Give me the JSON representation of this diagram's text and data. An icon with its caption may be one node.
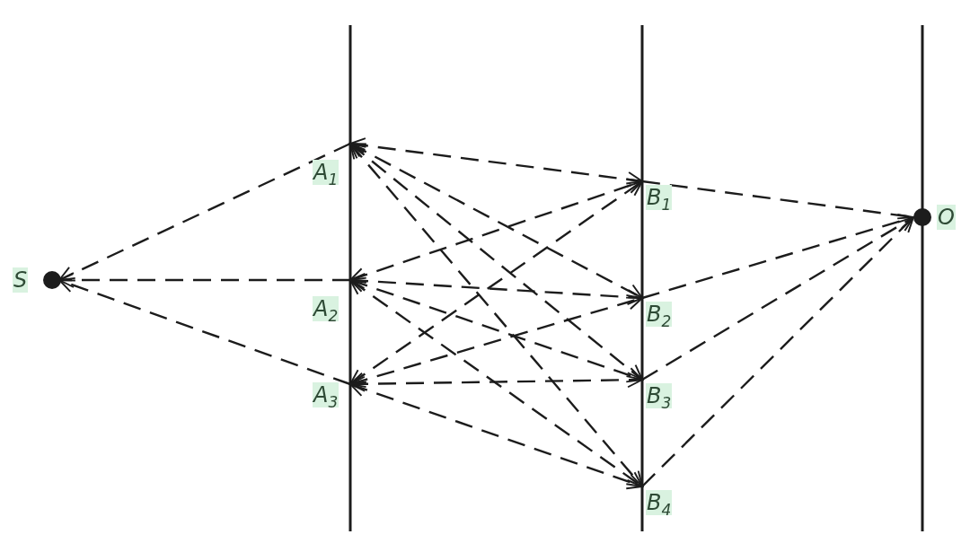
{
  "diagram": {
    "nodes": [
      {
        "text": [
          "S"
        ]
      },
      {
        "text": [
          "A$_{1}$"
        ]
      },
      {
        "text": [
          "A$_{2}$"
        ]
      },
      {
        "text": [
          "A$_{3}$"
        ]
      },
      {
        "text": [
          "B$_{1}$"
        ]
      },
      {
        "text": [
          "B$_{2}$"
        ]
      },
      {
        "text": [
          "B$_{3}$"
        ]
      },
      {
        "text": [
          "B$_{4}$"
        ]
      },
      {
        "text": [
          "O"
        ]
      }
    ],
    "edges": [
      {
        "from": 1,
        "to": 0,
        "arrow": "to",
        "style": "dashed"
      },
      {
        "from": 2,
        "to": 0,
        "arrow": "to",
        "style": "dashed"
      },
      {
        "from": 3,
        "to": 0,
        "arrow": "to",
        "style": "dashed"
      },
      {
        "from": 1,
        "to": 4,
        "arrow": "both",
        "style": "dashed"
      },
      {
        "from": 1,
        "to": 5,
        "arrow": "both",
        "style": "dashed"
      },
      {
        "from": 1,
        "to": 6,
        "arrow": "both",
        "style": "dashed"
      },
      {
        "from": 1,
        "to": 7,
        "arrow": "both",
        "style": "dashed"
      },
      {
        "from": 2,
        "to": 4,
        "arrow": "both",
        "style": "dashed"
      },
      {
        "from": 2,
        "to": 5,
        "arrow": "both",
        "style": "dashed"
      },
      {
        "from": 2,
        "to": 6,
        "arrow": "both",
        "style": "dashed"
      },
      {
        "from": 2,
        "to": 7,
        "arrow": "both",
        "style": "dashed"
      },
      {
        "from": 3,
        "to": 4,
        "arrow": "both",
        "style": "dashed"
      },
      {
        "from": 3,
        "to": 5,
        "arrow": "both",
        "style": "dashed"
      },
      {
        "from": 3,
        "to": 6,
        "arrow": "both",
        "style": "dashed"
      },
      {
        "from": 3,
        "to": 7,
        "arrow": "both",
        "style": "dashed"
      },
      {
        "from": 4,
        "to": 8,
        "arrow": "none",
        "style": "dashed"
      },
      {
        "from": 5,
        "to": 8,
        "arrow": "to",
        "style": "dashed"
      },
      {
        "from": 6,
        "to": 8,
        "arrow": "to",
        "style": "dashed"
      },
      {
        "from": 7,
        "to": 8,
        "arrow": "to",
        "style": "dashed"
      }
    ]
  }
}
